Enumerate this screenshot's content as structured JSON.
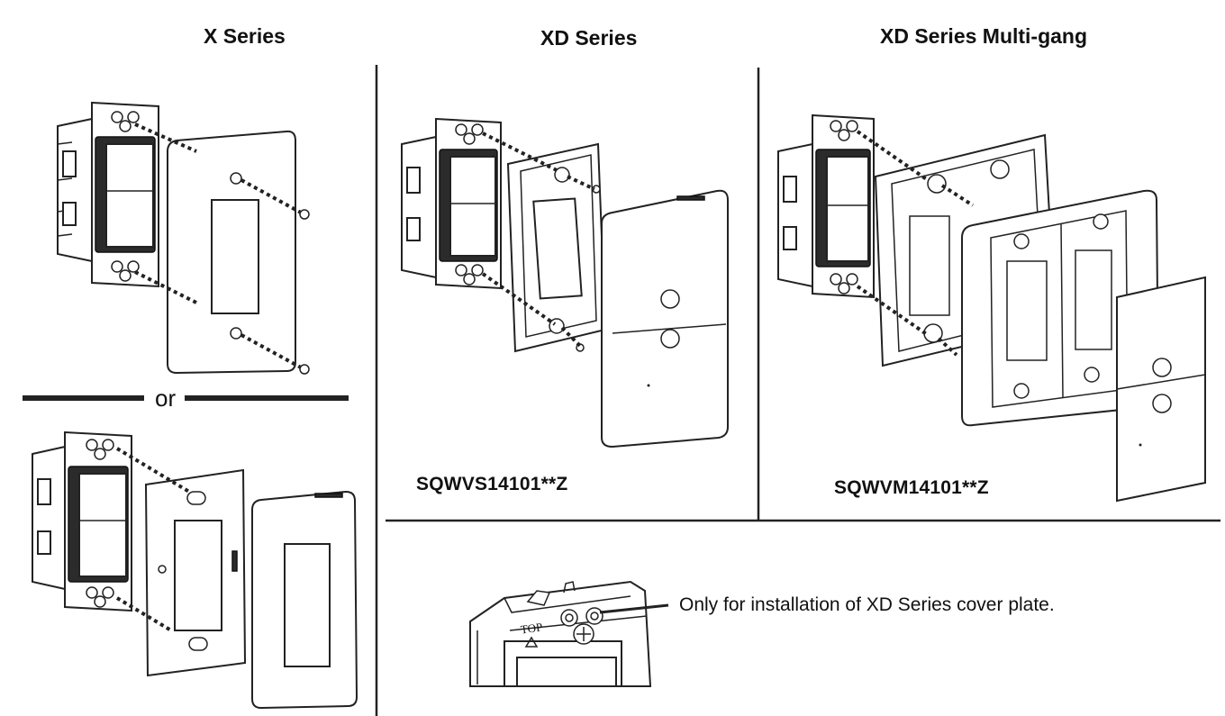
{
  "headings": {
    "x_series": "X Series",
    "xd_series": "XD Series",
    "xd_multi": "XD Series Multi-gang"
  },
  "divider_word": "or",
  "models": {
    "xd_single": "SQWVS14101**Z",
    "xd_multi": "SQWVM14101**Z"
  },
  "callout": {
    "text": "Only for installation of XD Series cover plate.",
    "top_marker": "TOP"
  },
  "icons": [
    "screw-icon",
    "arrow-up-icon"
  ],
  "colors": {
    "line": "#222222",
    "fill": "#ffffff",
    "dark": "#2b2b2b"
  }
}
